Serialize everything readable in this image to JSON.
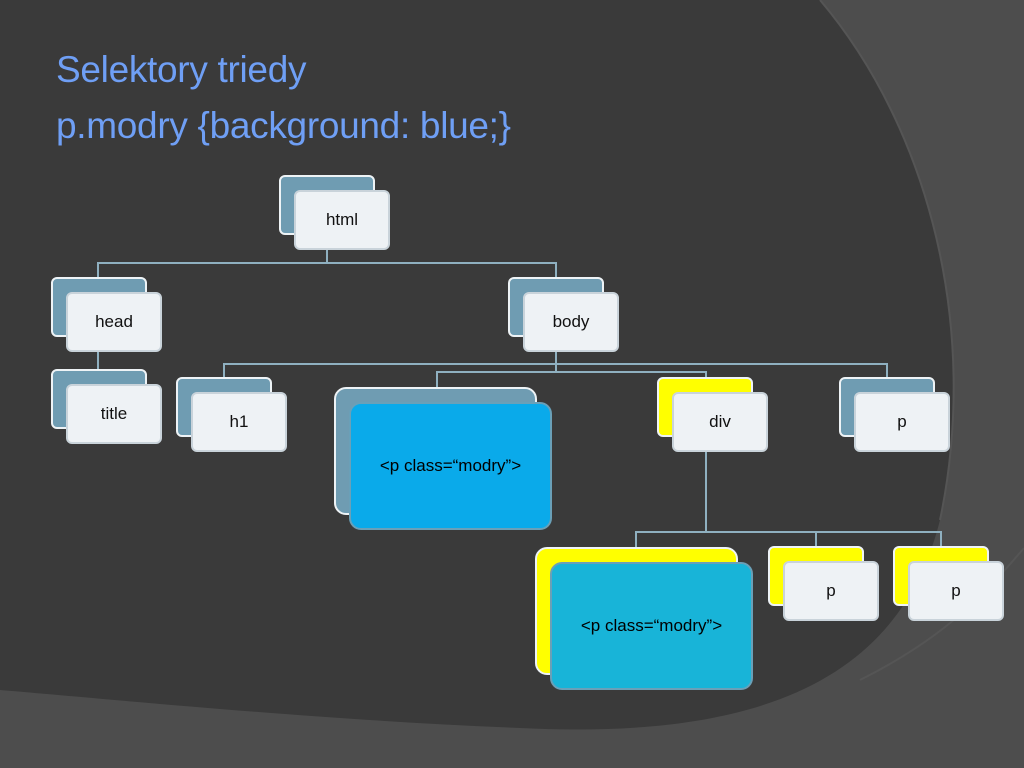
{
  "slide": {
    "title_line1": "Selektory triedy",
    "title_line2": "p.modry {background: blue;}"
  },
  "tree": {
    "html": "html",
    "head": "head",
    "title": "title",
    "body": "body",
    "h1": "h1",
    "p_class_1": "<p class=“modry”>",
    "div": "div",
    "p_right": "p",
    "p_class_2": "<p class=“modry”>",
    "p_div_1": "p",
    "p_div_2": "p"
  },
  "colors": {
    "background": "#3a3a3a",
    "title_text": "#6f9ff5",
    "node_back_default": "#6f9cb2",
    "node_front_default": "#eef2f5",
    "highlight_yellow": "#ffff00",
    "class_blue": "#0aaaea",
    "class_blue_2": "#18b4d8",
    "connector": "#8fb0c0"
  }
}
